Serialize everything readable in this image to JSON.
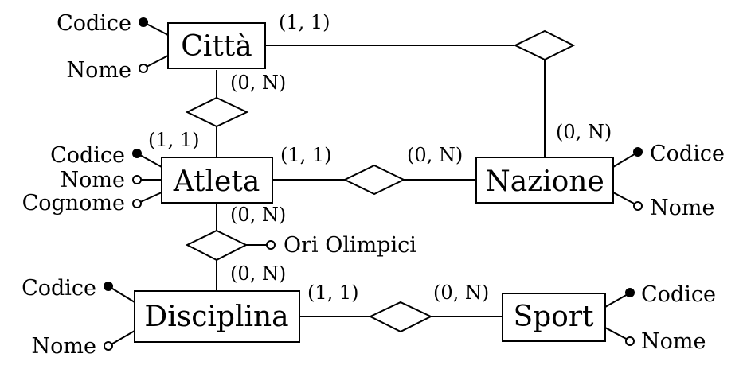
{
  "entities": {
    "citta": "Città",
    "atleta": "Atleta",
    "nazione": "Nazione",
    "disciplina": "Disciplina",
    "sport": "Sport"
  },
  "attributes": {
    "citta_codice": "Codice",
    "citta_nome": "Nome",
    "atleta_codice": "Codice",
    "atleta_nome": "Nome",
    "atleta_cognome": "Cognome",
    "nazione_codice": "Codice",
    "nazione_nome": "Nome",
    "disciplina_codice": "Codice",
    "disciplina_nome": "Nome",
    "sport_codice": "Codice",
    "sport_nome": "Nome",
    "ori_olimpici": "Ori Olimpici"
  },
  "cardinalities": {
    "citta_to_nazione": "(1, 1)",
    "citta_to_atleta": "(0, N)",
    "atleta_from_citta": "(1, 1)",
    "atleta_to_nazione": "(1, 1)",
    "nazione_from_atleta": "(0, N)",
    "nazione_from_citta": "(0, N)",
    "atleta_to_disciplina": "(0, N)",
    "disciplina_from_atleta": "(0, N)",
    "disciplina_to_sport": "(1, 1)",
    "sport_from_disciplina": "(0, N)"
  }
}
